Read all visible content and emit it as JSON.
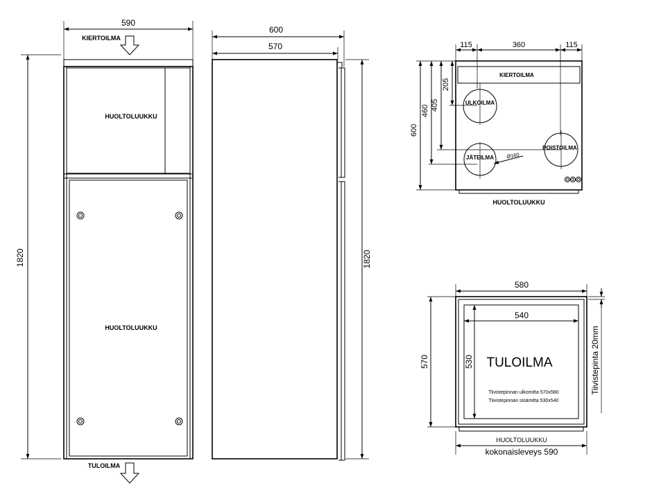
{
  "front": {
    "width_dim": "590",
    "height_dim": "1820",
    "top_label": "KIERTOILMA",
    "bottom_label": "TULOILMA",
    "door_upper": "HUOLTOLUUKKU",
    "door_lower": "HUOLTOLUUKKU"
  },
  "side": {
    "outer_depth": "600",
    "inner_depth": "570",
    "height_dim": "1820"
  },
  "top_view": {
    "dim_left": "115",
    "dim_mid": "360",
    "dim_right": "115",
    "dim_600": "600",
    "dim_460": "460",
    "dim_405": "405",
    "dim_205": "205",
    "band_label": "KIERTOILMA",
    "port_ulkoilma": "ULKOILMA",
    "port_poistoilma": "POISTOILMA",
    "port_jateilma": "JÄTEILMA",
    "pipe_dia": "Ø160",
    "bottom_label": "HUOLTOLUUKKU"
  },
  "bottom_view": {
    "dim_580": "580",
    "dim_540": "540",
    "dim_570": "570",
    "dim_530": "530",
    "title": "TULOILMA",
    "note1": "Tiivistepinnan ulkomitta 570x580",
    "note2": "Tiivistepinnan sisämitta 530x540",
    "seal_label": "Tiivistepinta  20mm",
    "hatch_label": "HUOLTOLUUKKU",
    "total_width": "kokonaisleveys  590"
  }
}
